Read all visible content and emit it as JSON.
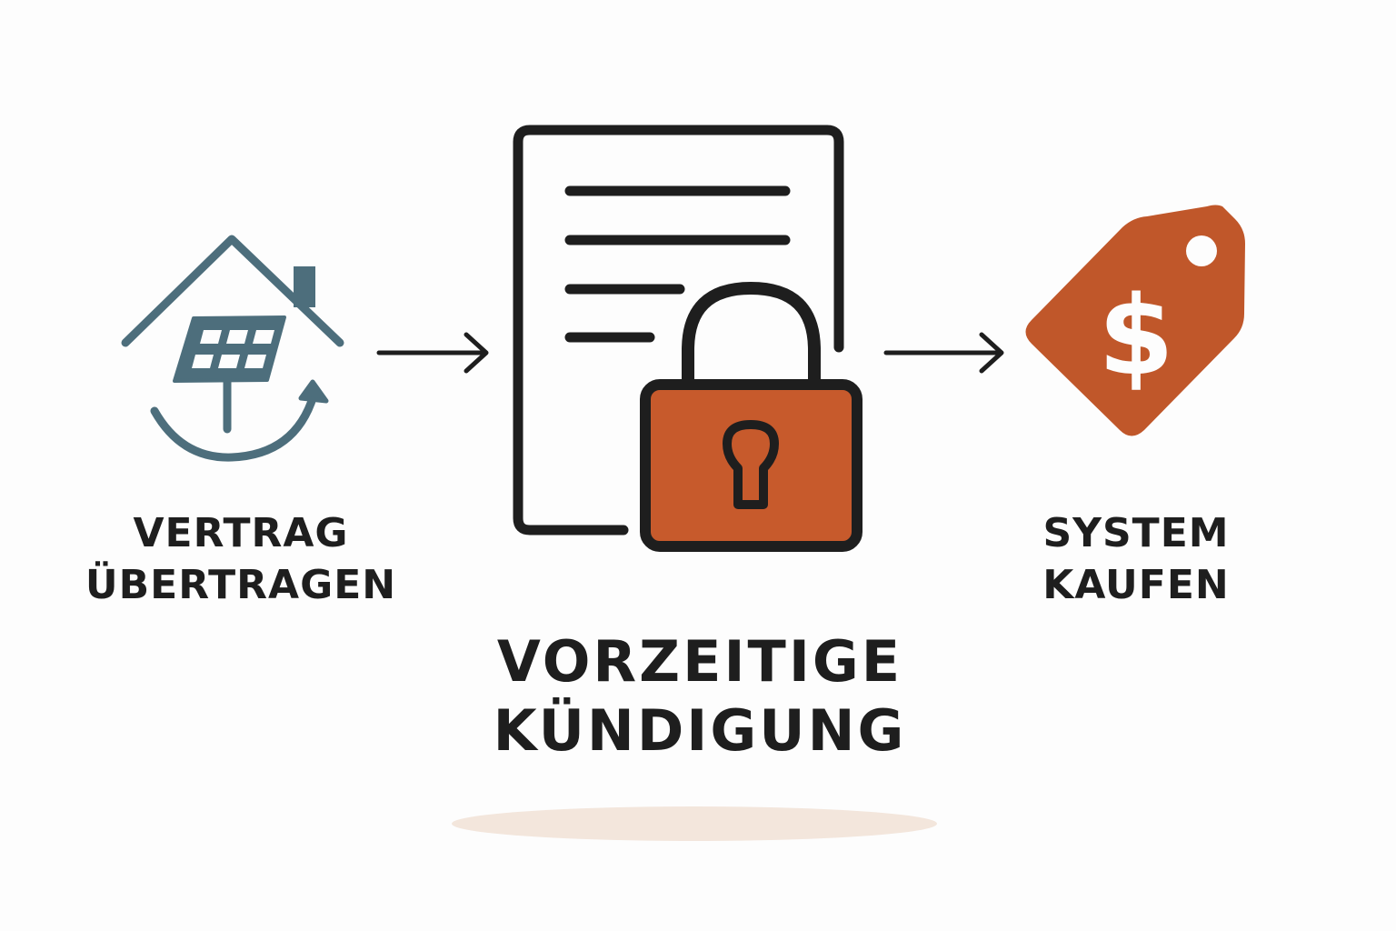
{
  "colors": {
    "background": "#fdfdfd",
    "house_icon": "#4d6e7c",
    "lock_body": "#c75a2c",
    "price_tag": "#c0572a",
    "outline": "#1e1e1e",
    "shadow": "#f3e6dc"
  },
  "steps": [
    {
      "icon": "house-solar-transfer-icon",
      "line1": "VERTRAG",
      "line2": "ÜBERTRAGEN"
    },
    {
      "icon": "document-lock-icon",
      "line1": "VORZEITIGE",
      "line2": "KÜNDIGUNG"
    },
    {
      "icon": "price-tag-dollar-icon",
      "line1": "SYSTEM",
      "line2": "KAUFEN"
    }
  ],
  "price_tag_symbol": "$"
}
